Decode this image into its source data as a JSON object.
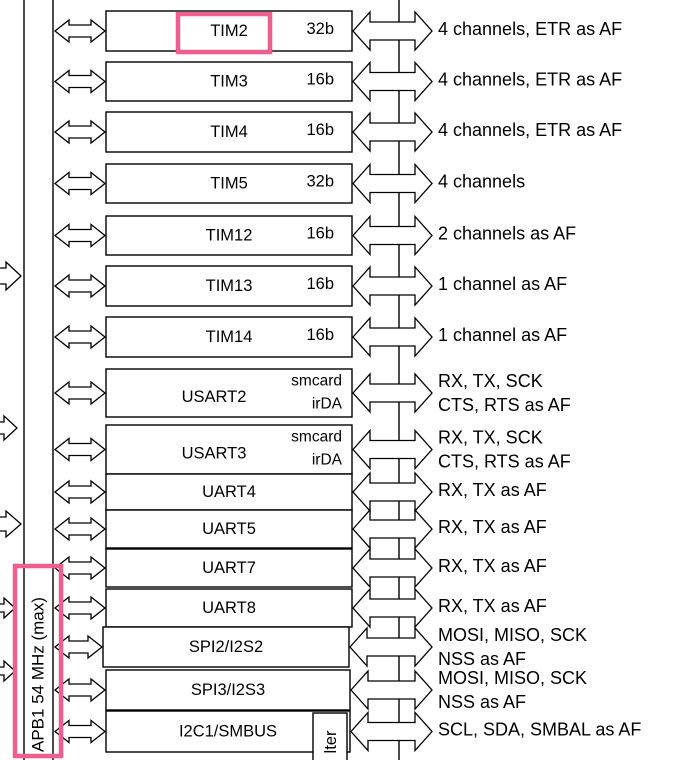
{
  "highlight_color": "#ee5f8f",
  "bus": {
    "label": "APB1   54 MHz (max)"
  },
  "peripherals": [
    {
      "name": "TIM2",
      "width": "32b",
      "extra": [],
      "desc": [
        "4 channels, ETR as AF"
      ]
    },
    {
      "name": "TIM3",
      "width": "16b",
      "extra": [],
      "desc": [
        "4 channels, ETR as AF"
      ]
    },
    {
      "name": "TIM4",
      "width": "16b",
      "extra": [],
      "desc": [
        "4 channels, ETR as AF"
      ]
    },
    {
      "name": "TIM5",
      "width": "32b",
      "extra": [],
      "desc": [
        "4 channels"
      ]
    },
    {
      "name": "TIM12",
      "width": "16b",
      "extra": [],
      "desc": [
        "2 channels as AF"
      ]
    },
    {
      "name": "TIM13",
      "width": "16b",
      "extra": [],
      "desc": [
        "1 channel as AF"
      ]
    },
    {
      "name": "TIM14",
      "width": "16b",
      "extra": [],
      "desc": [
        "1 channel as AF"
      ]
    },
    {
      "name": "USART2",
      "width": "",
      "extra": [
        "smcard",
        "irDA"
      ],
      "desc": [
        "RX, TX, SCK",
        "CTS, RTS as AF"
      ]
    },
    {
      "name": "USART3",
      "width": "",
      "extra": [
        "smcard",
        "irDA"
      ],
      "desc": [
        "RX, TX, SCK",
        "CTS, RTS as AF"
      ]
    },
    {
      "name": "UART4",
      "width": "",
      "extra": [],
      "desc": [
        "RX, TX as AF"
      ]
    },
    {
      "name": "UART5",
      "width": "",
      "extra": [],
      "desc": [
        "RX, TX as AF"
      ]
    },
    {
      "name": "UART7",
      "width": "",
      "extra": [],
      "desc": [
        "RX, TX as AF"
      ]
    },
    {
      "name": "UART8",
      "width": "",
      "extra": [],
      "desc": [
        "RX, TX as AF"
      ]
    },
    {
      "name": "SPI2/I2S2",
      "width": "",
      "extra": [],
      "desc": [
        "MOSI, MISO, SCK",
        "NSS as AF"
      ]
    },
    {
      "name": "SPI3/I2S3",
      "width": "",
      "extra": [],
      "desc": [
        "MOSI, MISO, SCK",
        "NSS as AF"
      ]
    },
    {
      "name": "I2C1/SMBUS",
      "width": "",
      "extra": [],
      "desc": [
        "SCL, SDA, SMBAL as AF"
      ]
    }
  ],
  "filter_label": "lter"
}
